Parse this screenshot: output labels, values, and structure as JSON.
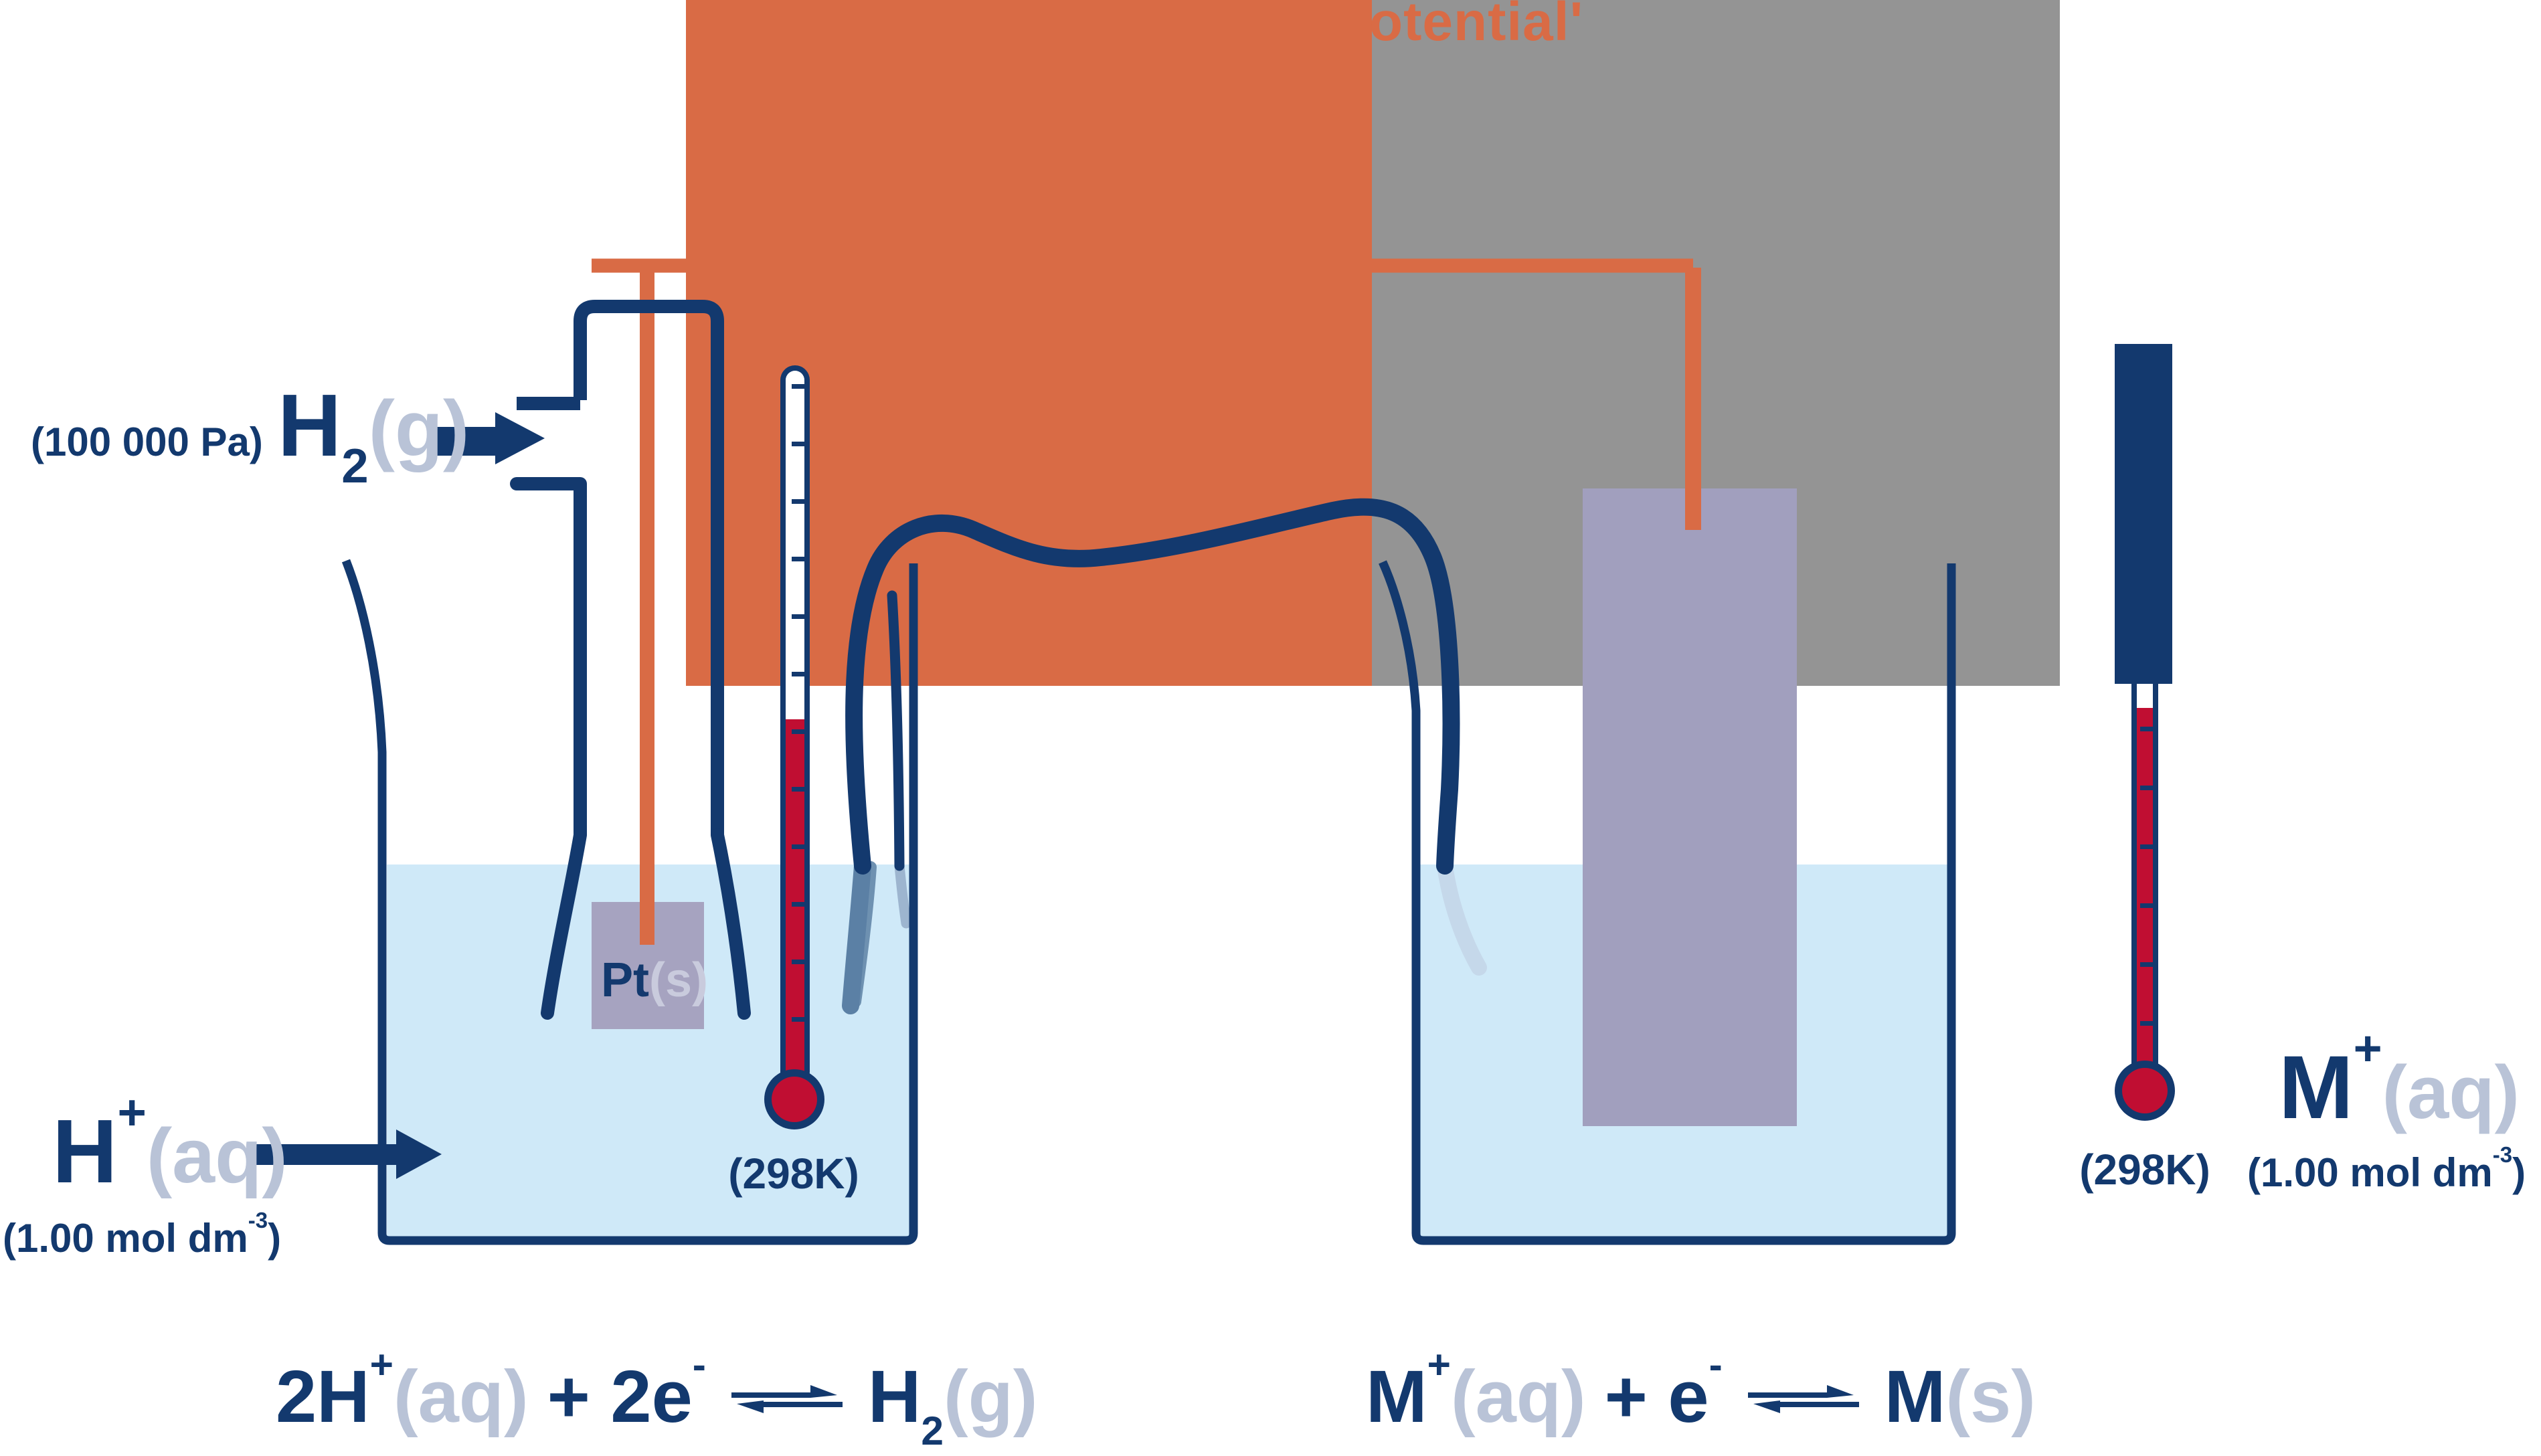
{
  "title": {
    "visible_text": "otential'"
  },
  "colors": {
    "navy": "#13396e",
    "orange": "#d96b45",
    "cover_gray": "#949494",
    "solution_blue": "#cfe9f8",
    "electrode_lavender": "#a19fbe",
    "thermometer_red": "#c00e32",
    "pale_state_text": "#b9c3d7",
    "submerged_navy": "#5b80a5"
  },
  "left_cell": {
    "gas": {
      "pressure": "(100 000 Pa)",
      "element": "H",
      "subscript": "2",
      "state": "(g)"
    },
    "electrode": {
      "symbol": "Pt",
      "state": "(s)"
    },
    "temperature": "(298K)",
    "ion": {
      "element": "H",
      "charge": "+",
      "state": "(aq)"
    },
    "concentration": {
      "open": "(1.00 mol dm",
      "exponent": "-3",
      "close": ")"
    },
    "equation": {
      "reactant": "2H",
      "reactant_charge": "+",
      "reactant_state": "(aq)",
      "electron_term": "+ 2e",
      "electron_charge": "-",
      "product": "H",
      "product_subscript": "2",
      "product_state": "(g)"
    }
  },
  "right_cell": {
    "temperature": "(298K)",
    "ion": {
      "element": "M",
      "charge": "+",
      "state": "(aq)"
    },
    "concentration": {
      "open": "(1.00 mol dm",
      "exponent": "-3",
      "close": ")"
    },
    "equation": {
      "reactant": "M",
      "reactant_charge": "+",
      "reactant_state": "(aq)",
      "electron_term": "+ e",
      "electron_charge": "-",
      "product": "M",
      "product_state": "(s)"
    }
  }
}
